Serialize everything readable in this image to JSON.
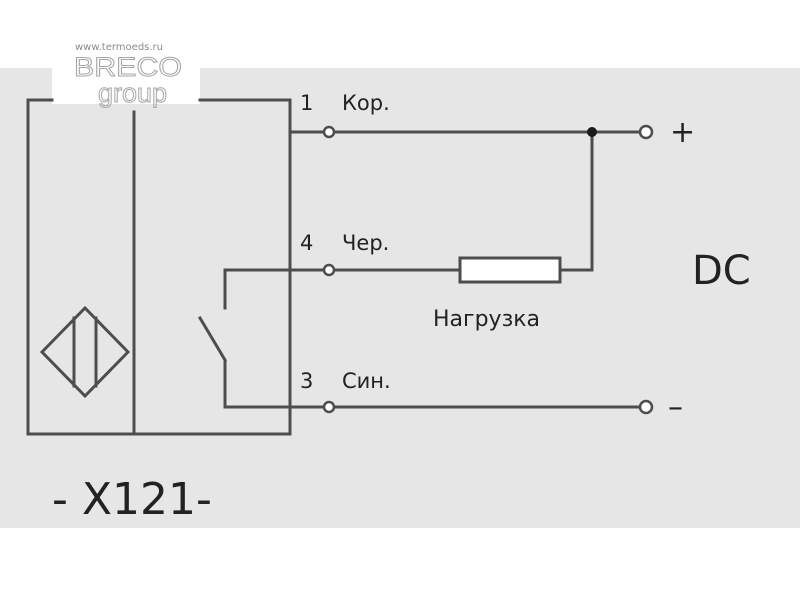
{
  "watermark": {
    "url": "www.termoeds.ru",
    "logo_top": "BRECO",
    "logo_bottom": "group"
  },
  "sensor": {
    "model": "- X121-"
  },
  "terminals": [
    {
      "number": "1",
      "wire": "Кор.",
      "polarity": "+"
    },
    {
      "number": "4",
      "wire": "Чер.",
      "polarity": ""
    },
    {
      "number": "3",
      "wire": "Син.",
      "polarity": "–"
    }
  ],
  "load": {
    "label": "Нагрузка"
  },
  "supply": {
    "label": "DC"
  },
  "colors": {
    "panel_background": "#e6e6e6",
    "line": "#4d4d4d",
    "text": "#222222"
  }
}
